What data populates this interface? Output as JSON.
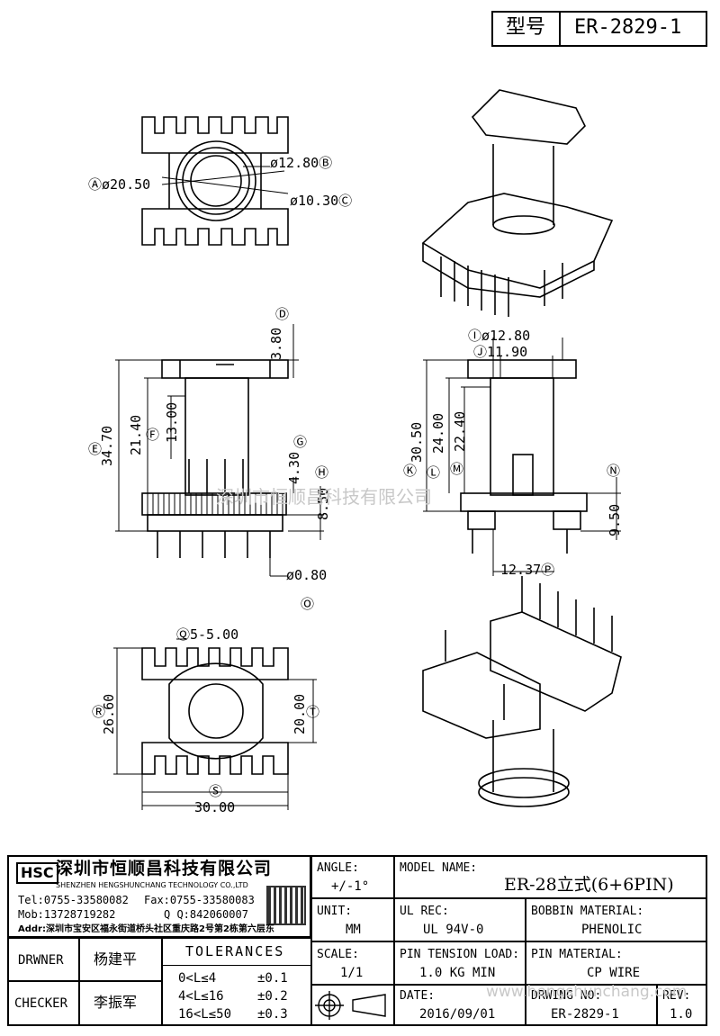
{
  "header": {
    "model_label": "型号",
    "model_value": "ER-2829-1"
  },
  "dims": {
    "A": "Ⓐø20.50",
    "B": "ø12.80Ⓑ",
    "C": "ø10.30Ⓒ",
    "D_mark": "Ⓓ",
    "D_val": "3.80",
    "E_mark": "Ⓔ",
    "E_val": "34.70",
    "F_mark": "Ⓕ",
    "F_val": "21.40",
    "F2_val": "13.00",
    "G_mark": "Ⓖ",
    "G_val": "4.30",
    "H_mark": "Ⓗ",
    "H_val": "8.50",
    "O_val": "ø0.80",
    "O_mark": "Ⓞ",
    "I_text": "Ⓘø12.80",
    "J_text": "Ⓙ11.90",
    "K_mark": "Ⓚ",
    "K_val": "30.50",
    "L_mark": "Ⓛ",
    "L_val": "24.00",
    "M_mark": "Ⓜ",
    "M_val": "22.40",
    "N_mark": "Ⓝ",
    "N_val": "9.50",
    "P_text": "12.37Ⓟ",
    "Q_text": "Ⓠ5-5.00",
    "R_mark": "Ⓡ",
    "R_val": "26.60",
    "T_mark": "Ⓣ",
    "T_val": "20.00",
    "S_mark": "Ⓢ",
    "S_val": "30.00"
  },
  "watermark": {
    "center": "深圳市恒顺昌科技有限公司",
    "bottom": "www.hengshunchang.com"
  },
  "company": {
    "logo_text": "HSC",
    "name_cn": "深圳市恒顺昌科技有限公司",
    "name_en": "SHENZHEN HENGSHUNCHANG TECHNOLOGY CO.,LTD",
    "tel": "Tel:0755-33580082",
    "fax": "Fax:0755-33580083",
    "mob": "Mob:13728719282",
    "qq": "Q  Q:842060007",
    "addr": "Addr:深圳市宝安区福永街道桥头社区重庆路2号第2栋第六层东"
  },
  "table": {
    "drawer_label": "DRWNER",
    "drawer_value": "杨建平",
    "checker_label": "CHECKER",
    "checker_value": "李振军",
    "tol_title": "TOLERANCES",
    "tol": [
      {
        "range": "0<L≤4",
        "val": "±0.1"
      },
      {
        "range": "4<L≤16",
        "val": "±0.2"
      },
      {
        "range": "16<L≤50",
        "val": "±0.3"
      }
    ],
    "angle_label": "ANGLE:",
    "angle_value": "+/-1°",
    "unit_label": "UNIT:",
    "unit_value": "MM",
    "scale_label": "SCALE:",
    "scale_value": "1/1",
    "model_name_label": "MODEL NAME:",
    "model_name_value": "ER-28立式(6+6PIN)",
    "ul_label": "UL REC:",
    "ul_value": "UL 94V-0",
    "bobbin_label": "BOBBIN MATERIAL:",
    "bobbin_value": "PHENOLIC",
    "pin_tension_label": "PIN TENSION LOAD:",
    "pin_tension_value": "1.0 KG MIN",
    "pin_material_label": "PIN MATERIAL:",
    "pin_material_value": "CP WIRE",
    "date_label": "DATE:",
    "date_value": "2016/09/01",
    "drawing_label": "DRWING NO:",
    "drawing_value": "ER-2829-1",
    "rev_label": "REV:",
    "rev_value": "1.0"
  }
}
